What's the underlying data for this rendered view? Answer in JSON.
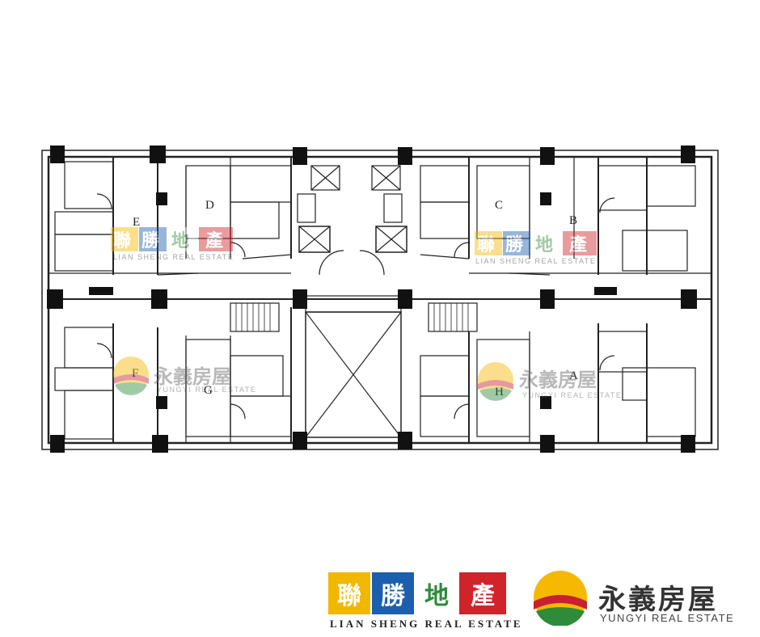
{
  "units": [
    {
      "id": "E",
      "label": "E"
    },
    {
      "id": "D",
      "label": "D"
    },
    {
      "id": "C",
      "label": "C"
    },
    {
      "id": "B",
      "label": "B"
    },
    {
      "id": "F",
      "label": "F"
    },
    {
      "id": "G",
      "label": "G"
    },
    {
      "id": "H",
      "label": "H"
    },
    {
      "id": "A",
      "label": "A"
    }
  ],
  "watermarks": {
    "lian_sheng_chars": [
      "聯",
      "勝",
      "地",
      "產"
    ],
    "lian_sheng_sub": "LIAN SHENG REAL ESTATE",
    "yungyi_chars": "永義房屋",
    "yungyi_sub": "YUNGYI REAL ESTATE"
  },
  "footer": {
    "lian_sheng": {
      "chars": [
        "聯",
        "勝",
        "地",
        "產"
      ],
      "caption": "LIAN SHENG REAL ESTATE",
      "colors": [
        "#f2b700",
        "#1b5fae",
        "#2e8b3a",
        "#d0232a"
      ]
    },
    "yungyi": {
      "title": "永義房屋",
      "caption": "YUNGYI REAL ESTATE",
      "colors": {
        "sun": "#f6b800",
        "band": "#c8202f",
        "ground": "#2e8b3a"
      }
    }
  }
}
